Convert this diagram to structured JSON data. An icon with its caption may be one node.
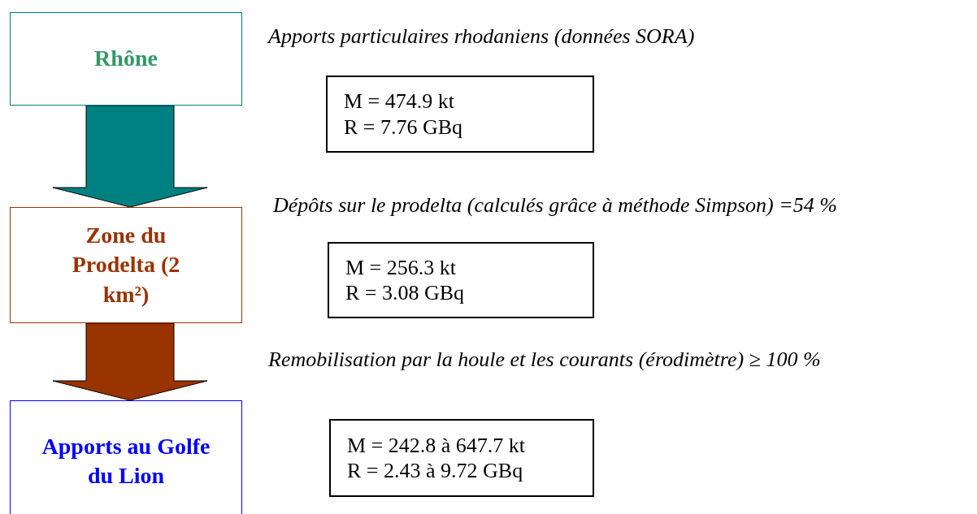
{
  "diagram": {
    "nodes": [
      {
        "text": [
          "Rhône"
        ]
      },
      {
        "text": [
          "Zone du Prodelta (2 km²)"
        ]
      },
      {
        "text": [
          "Apports au Golfe du Lion"
        ]
      },
      {
        "text": [
          "M = 474.9 kt",
          "R = 7.76 GBq"
        ]
      },
      {
        "text": [
          "M = 256.3 kt",
          "R = 3.08 GBq"
        ]
      },
      {
        "text": [
          "M = 242.8 à 647.7 kt",
          "R = 2.43 à 9.72 GBq"
        ]
      }
    ],
    "edges": [
      {
        "from": 0,
        "to": 1,
        "arrow": "to",
        "style": "thick",
        "color": "#008080"
      },
      {
        "from": 1,
        "to": 2,
        "arrow": "to",
        "style": "thick",
        "color": "#993300"
      }
    ],
    "labels": [
      "Apports particulaires rhodaniens (données SORA)",
      "Dépôts sur le prodelta (calculés grâce à méthode Simpson) =54 %",
      "Remobilisation par la houle et les courants (érodimètre) ≥ 100 %"
    ]
  }
}
